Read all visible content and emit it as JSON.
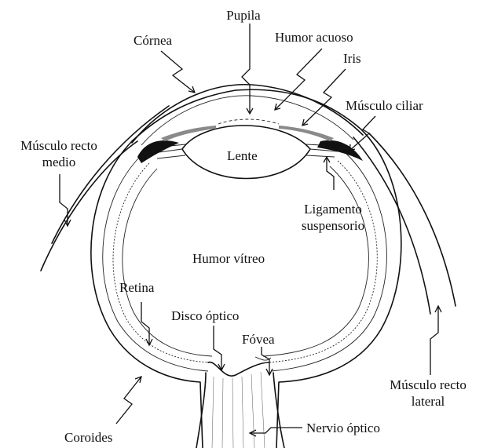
{
  "labels": {
    "pupila": "Pupila",
    "cornea": "Córnea",
    "humor_acuoso": "Humor acuoso",
    "iris": "Iris",
    "musculo_ciliar": "Músculo ciliar",
    "musculo_recto_medio_1": "Músculo recto",
    "musculo_recto_medio_2": "medio",
    "lente": "Lente",
    "ligamento_1": "Ligamento",
    "ligamento_2": "suspensorio",
    "humor_vitreo": "Humor vítreo",
    "retina": "Retina",
    "disco_optico": "Disco óptico",
    "fovea": "Fóvea",
    "musculo_recto_lateral_1": "Músculo recto",
    "musculo_recto_lateral_2": "lateral",
    "coroides": "Coroides",
    "nervio_optico": "Nervio óptico"
  },
  "colors": {
    "ink": "#111111",
    "pigment": "#111111",
    "background": "#ffffff"
  }
}
